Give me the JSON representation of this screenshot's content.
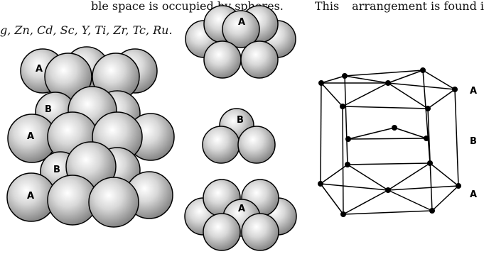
{
  "text": {
    "line1_a": "ble space is occupied by spheres.",
    "line1_b": "This",
    "line1_c": "arrangement is found in",
    "line2": "g, Zn, Cd, Sc, Y, Ti, Zr, Tc, Ru."
  },
  "labels": {
    "stack_layer_a": "A",
    "stack_layer_b": "B",
    "layer_a": "A",
    "layer_b": "B",
    "cell_layer_top": "A",
    "cell_layer_mid": "B",
    "cell_layer_bot": "A"
  },
  "colors": {
    "sphere_highlight": "#ffffff",
    "sphere_mid": "#d4d4d4",
    "sphere_shadow": "#7a7a7a",
    "line": "#000000"
  }
}
